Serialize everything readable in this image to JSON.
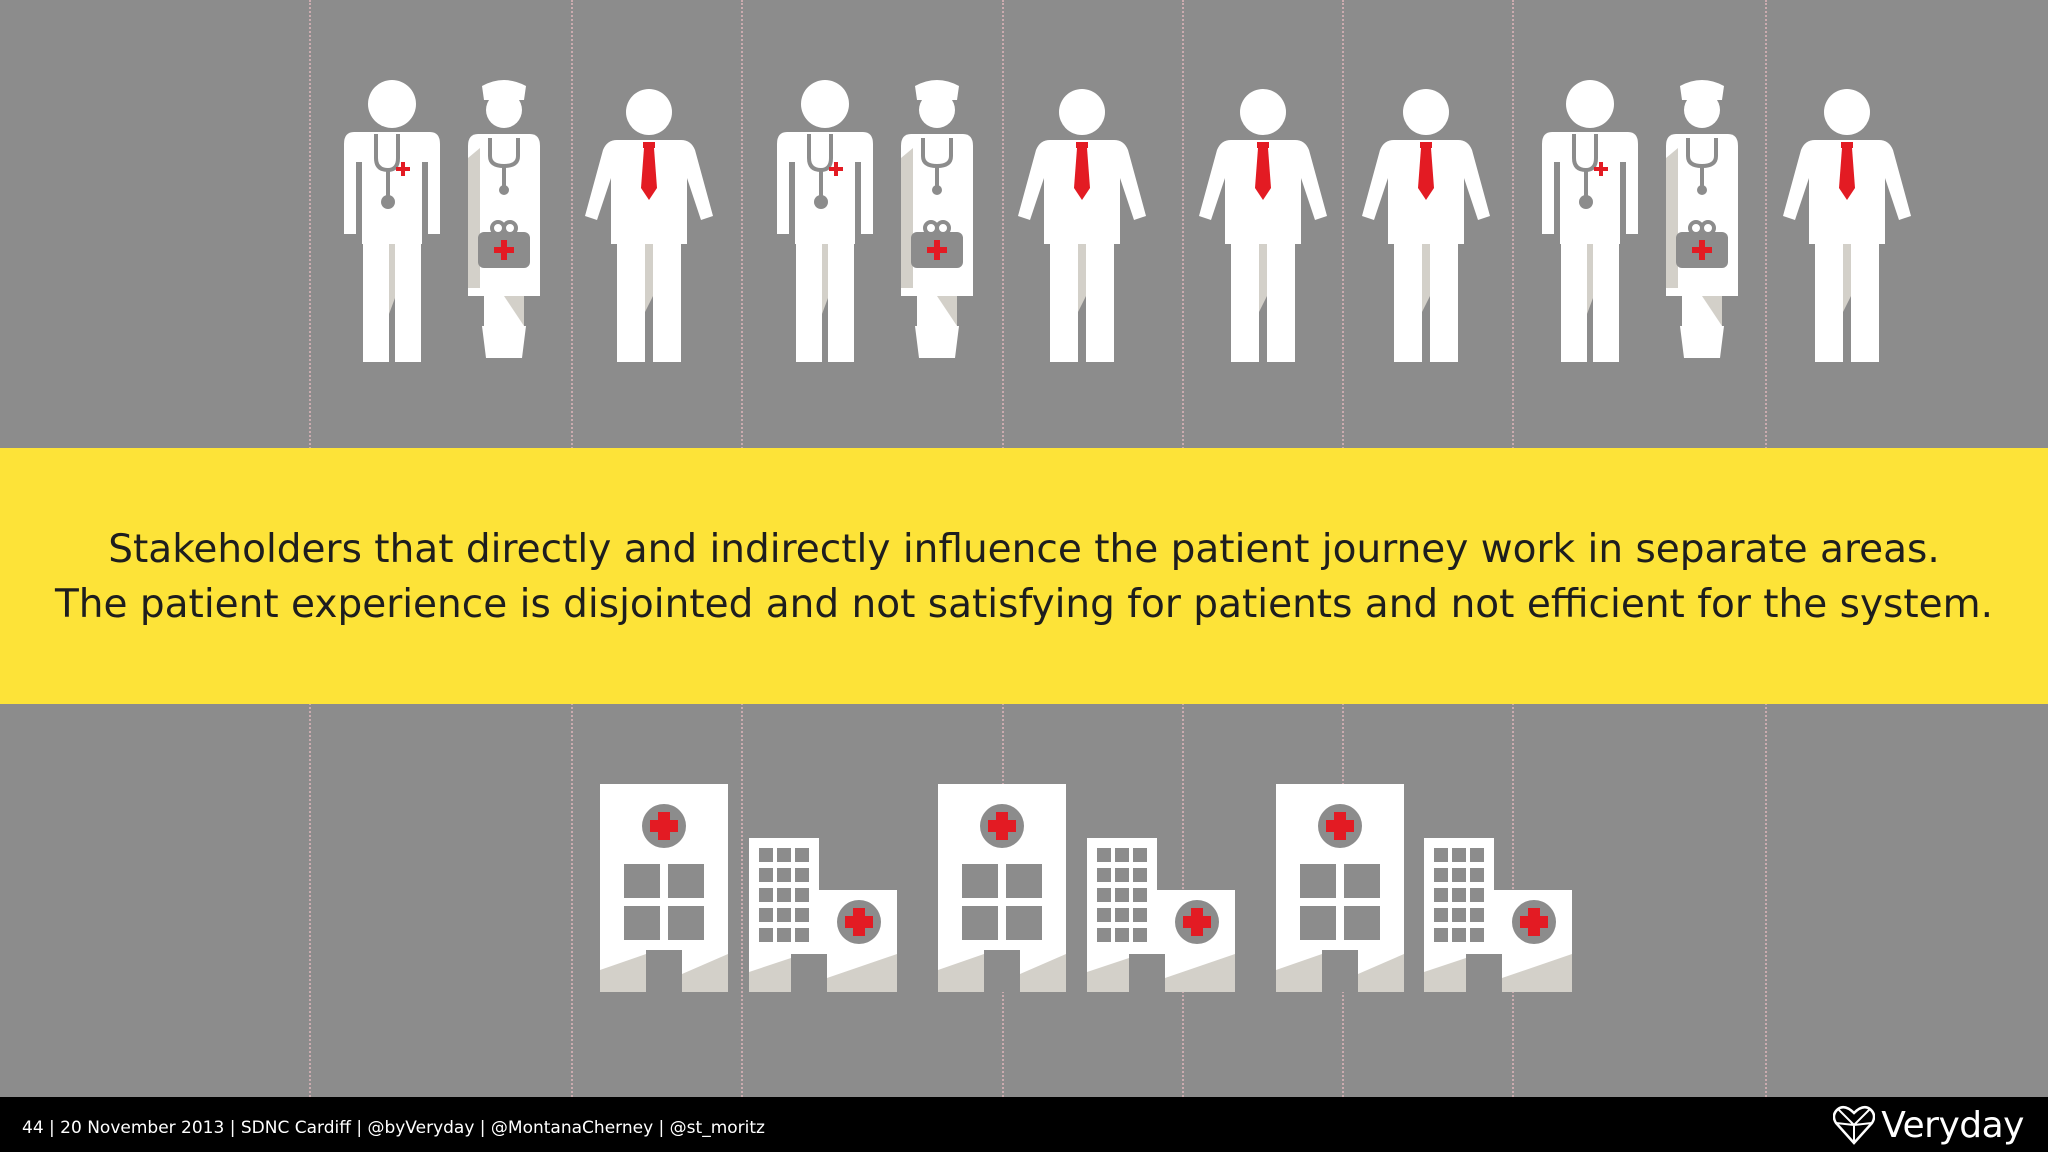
{
  "banner": {
    "line1": "Stakeholders that directly and indirectly influence the patient journey work in separate areas.",
    "line2": "The patient experience is disjointed and not satisfying for patients and not efficient for the system."
  },
  "people": [
    "doctor",
    "nurse",
    "businessman",
    "doctor",
    "nurse",
    "businessman",
    "businessman",
    "businessman",
    "doctor",
    "nurse",
    "businessman"
  ],
  "buildings": [
    "hospital",
    "clinic",
    "hospital",
    "clinic",
    "hospital",
    "clinic"
  ],
  "footer": {
    "text": "44  | 20 November 2013 | SDNC Cardiff | @byVeryday | @MontanaCherney | @st_moritz",
    "logo": "Veryday"
  },
  "colors": {
    "background": "#8c8c8c",
    "banner": "#fde338",
    "figure": "#ffffff",
    "accent_red": "#e31b23",
    "footer": "#000000"
  }
}
